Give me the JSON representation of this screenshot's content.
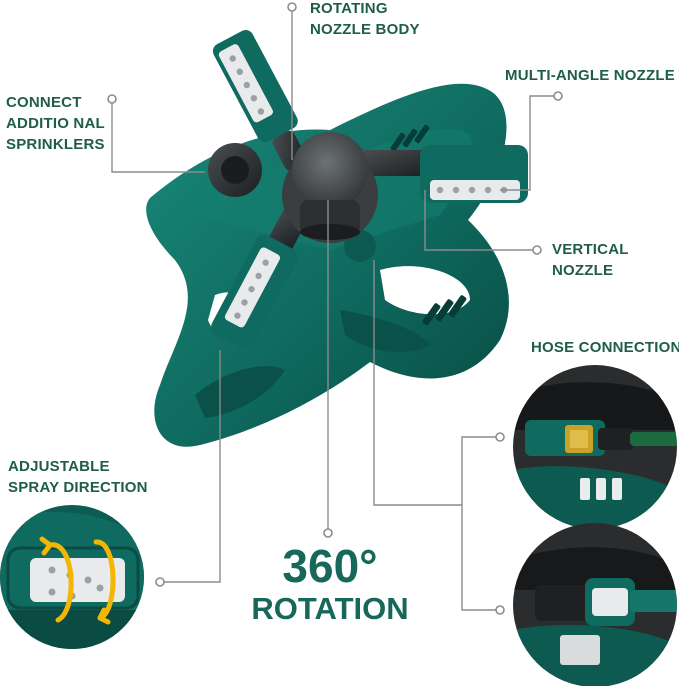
{
  "colors": {
    "label": "#1f5c4c",
    "accent": "#17685a",
    "base_green": "#0f6a5f",
    "nozzle_gray": "#2c2f31",
    "arrow_yellow": "#f2b705"
  },
  "labels": {
    "rotating_nozzle_body": [
      "ROTATING",
      "NOZZLE BODY"
    ],
    "multi_angle_nozzle": [
      "MULTI-ANGLE NOZZLE"
    ],
    "connect_additional": [
      "CONNECT",
      "ADDITIO NAL",
      "SPRINKLERS"
    ],
    "vertical_nozzle": [
      "VERTICAL",
      "NOZZLE"
    ],
    "hose_connection": [
      "HOSE CONNECTION"
    ],
    "adjustable_spray": [
      "ADJUSTABLE",
      "SPRAY DIRECTION"
    ]
  },
  "headline": {
    "value": "360°",
    "caption": "ROTATION"
  },
  "images": {
    "main": "sprinkler-product",
    "detail_left": "spray-direction-closeup",
    "detail_hose_top": "hose-connector-brass-closeup",
    "detail_hose_bottom": "hose-quick-connector-closeup"
  }
}
